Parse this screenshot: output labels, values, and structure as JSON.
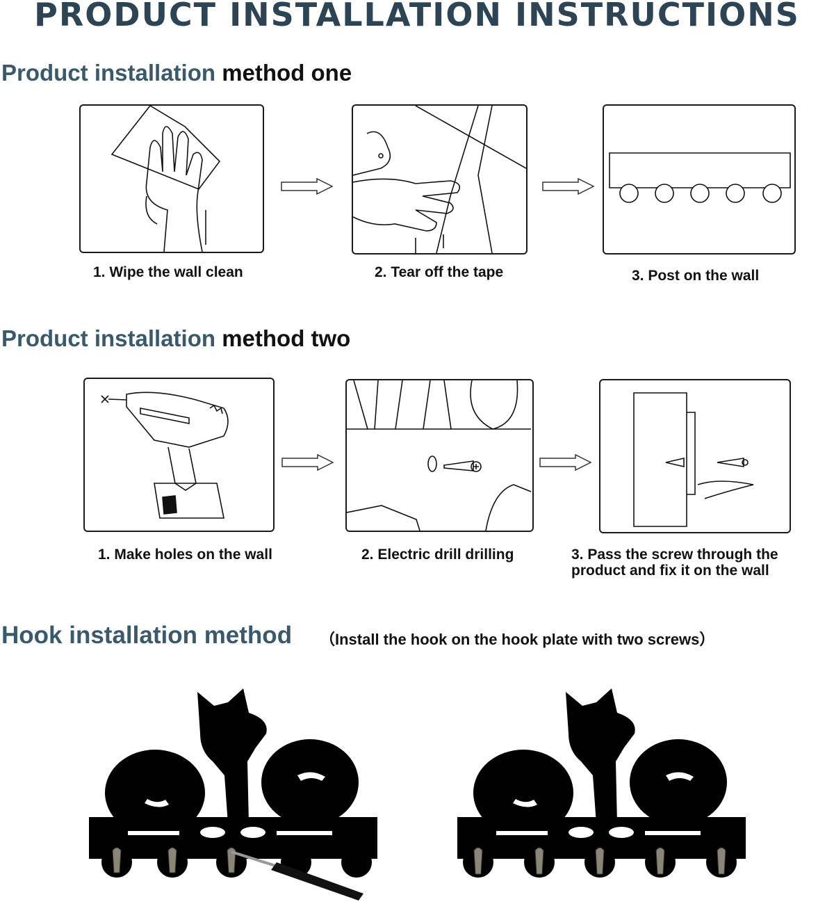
{
  "title": "PRODUCT INSTALLATION INSTRUCTIONS",
  "method_one": {
    "heading_teal": "Product installation",
    "heading_dark": "method one",
    "steps": [
      {
        "caption": "1. Wipe the wall clean"
      },
      {
        "caption": "2. Tear off the tape"
      },
      {
        "caption": "3. Post on the wall"
      }
    ]
  },
  "method_two": {
    "heading_teal": "Product installation",
    "heading_dark": "method two",
    "steps": [
      {
        "caption": "1. Make holes on the wall"
      },
      {
        "caption": "2. Electric drill drilling"
      },
      {
        "caption": "3. Pass the screw through the product and fix it on the wall"
      }
    ]
  },
  "hook": {
    "heading": "Hook installation method",
    "note": "（Install the hook on the hook plate with two screws）"
  },
  "colors": {
    "title": "#2c4453",
    "heading_teal": "#3a5a6b",
    "ink": "#111111"
  }
}
